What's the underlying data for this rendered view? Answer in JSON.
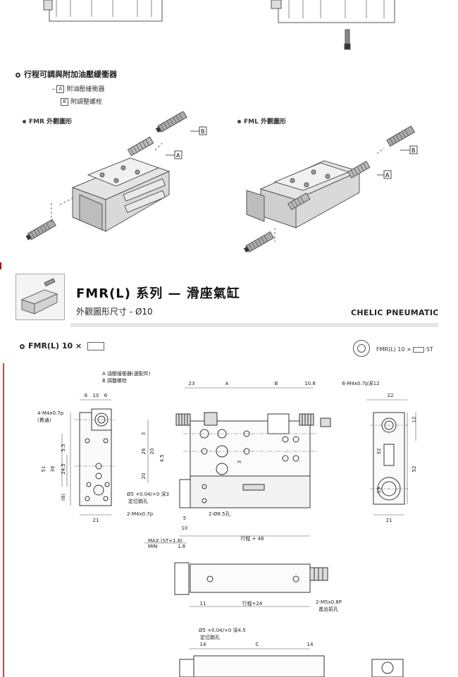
{
  "stroke_section": {
    "title": "行程可調與附加油壓緩衝器",
    "legend": [
      {
        "key": "A",
        "label": "附油壓緩衝器"
      },
      {
        "key": "B",
        "label": "附調整螺栓"
      }
    ],
    "views": [
      {
        "label": "FMR 外觀圖形",
        "key_a": "A",
        "key_b": "B"
      },
      {
        "label": "FML 外觀圖形",
        "key_a": "A",
        "key_b": "B"
      }
    ]
  },
  "banner": {
    "title": "FMR(L) 系列 — 滑座氣缸",
    "subtitle": "外觀圖形尺寸 - Ø10",
    "brand": "CHELIC PNEUMATIC"
  },
  "drawing": {
    "model_label": "FMR(L) 10 ×",
    "model_code": "FMR(L) 10 ×",
    "model_code_suffix": "ST",
    "legend_a": "A 油壓緩衝器(選配件)",
    "legend_b": "B 調整螺栓",
    "dims_top": [
      "23",
      "A",
      "B",
      "10.8"
    ],
    "port_note": "6-M4x0.7p深12",
    "left_dims_top": [
      "6",
      "10",
      "6"
    ],
    "left_note": "4-M4x0.7p",
    "left_note2": "(貫通)",
    "left_vert": [
      "51",
      "36",
      "24.5",
      "5.5",
      "(8)"
    ],
    "left_bottom": "21",
    "mid_vert": [
      "3",
      "26",
      "20",
      "4.5",
      "20",
      "3"
    ],
    "pin_note": "Ø5 +0.04/+0 深3",
    "pin_note2": "定位銷孔",
    "tap_note": "2-M4x0.7p",
    "hole_note": "2-Ø8.5孔",
    "dim_5": "5",
    "dim_10": "10",
    "max_label": "MAX (ST+1.8)",
    "min_label": "MIN",
    "min_val": "1.8",
    "stroke46": "行程 + 46",
    "right_top": "22",
    "right_dims": [
      "12",
      "32",
      "52",
      "19"
    ],
    "right_bottom": "21",
    "bottom_dim_11": "11",
    "stroke24": "行程+24",
    "exhaust": "2-M5x0.8P",
    "exhaust2": "進出氣孔",
    "pin2": "Ø5 +0.04/+0 深4.5",
    "pin2b": "定位銷孔",
    "lower_dims": [
      "14",
      "C",
      "14"
    ]
  }
}
